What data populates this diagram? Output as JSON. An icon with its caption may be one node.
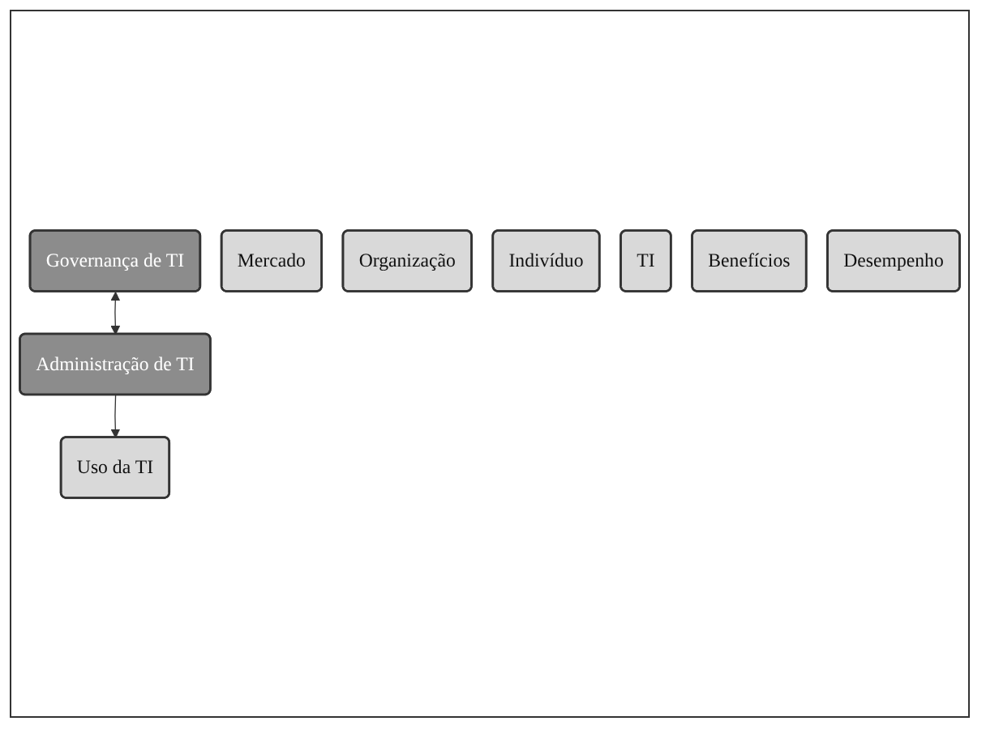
{
  "diagram": {
    "nodes": [
      {
        "text": [
          "Governança de TI"
        ]
      },
      {
        "text": [
          "Administração de TI"
        ]
      },
      {
        "text": [
          "Mercado"
        ]
      },
      {
        "text": [
          "Organização"
        ]
      },
      {
        "text": [
          "Indivíduo"
        ]
      },
      {
        "text": [
          "TI"
        ]
      },
      {
        "text": [
          "Uso da TI"
        ]
      },
      {
        "text": [
          "Benefícios"
        ]
      },
      {
        "text": [
          "Desempenho"
        ]
      }
    ],
    "edges": [
      {
        "from": 0,
        "to": 1,
        "arrow": "both"
      },
      {
        "from": 1,
        "to": 6,
        "arrow": "to"
      }
    ]
  }
}
